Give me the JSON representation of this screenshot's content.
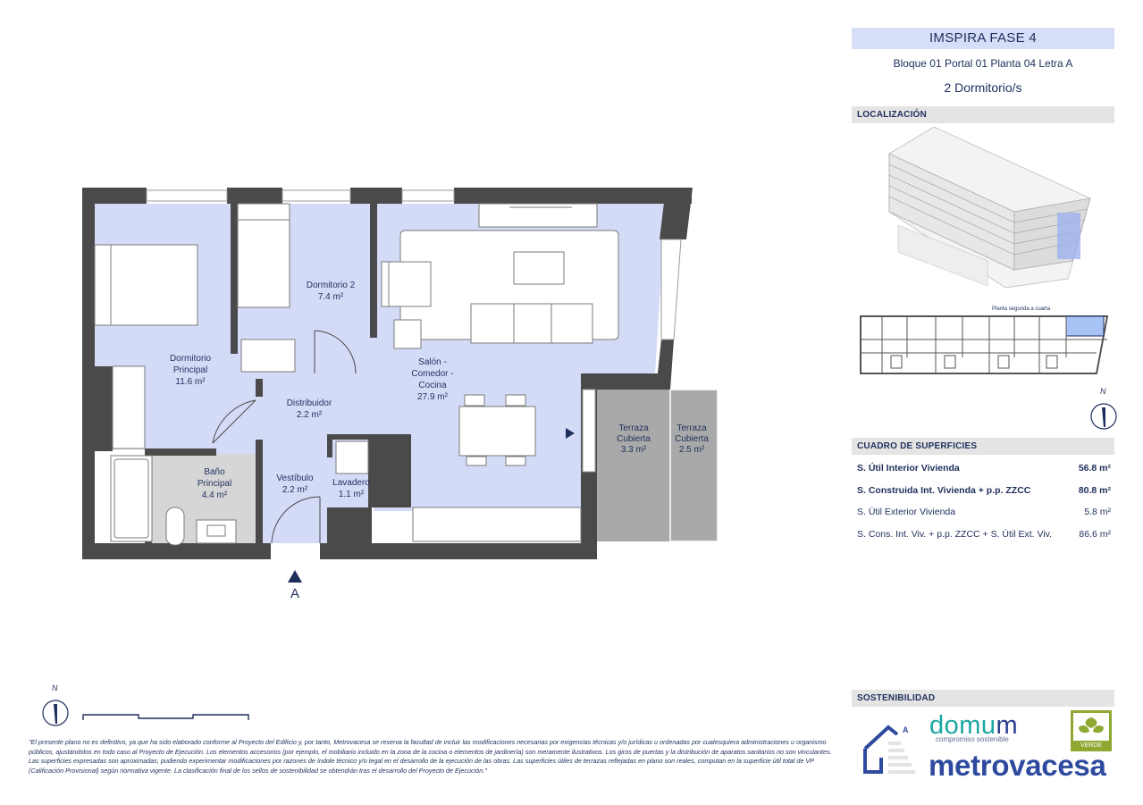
{
  "header": {
    "title": "IMSPIRA FASE 4",
    "subtitle": "Bloque 01 Portal 01 Planta 04 Letra A",
    "bedrooms": "2 Dormitorio/s"
  },
  "localizacion": {
    "section_title": "LOCALIZACIÓN",
    "level_caption": "Planta segunda a cuarta",
    "compass_n": "N"
  },
  "superficies": {
    "section_title": "CUADRO DE SUPERFICIES",
    "rows": [
      {
        "label": "S. Útil Interior Vivienda",
        "value": "56.8 m²"
      },
      {
        "label": "S. Construida Int. Vivienda + p.p. ZZCC",
        "value": "80.8 m²"
      },
      {
        "label": "S. Útil Exterior Vivienda",
        "value": "5.8 m²"
      },
      {
        "label": "S. Cons. Int. Viv. + p.p. ZZCC + S. Útil Ext. Viv.",
        "value": "86.6 m²"
      }
    ]
  },
  "plan": {
    "rooms": [
      {
        "name": "Dormitorio",
        "name2": "Principal",
        "area": "11.6 m²"
      },
      {
        "name": "Dormitorio 2",
        "area": "7.4 m²"
      },
      {
        "name": "Salón -",
        "name2": "Comedor -",
        "name3": "Cocina",
        "area": "27.9 m²"
      },
      {
        "name": "Distribuidor",
        "area": "2.2 m²"
      },
      {
        "name": "Baño",
        "name2": "Principal",
        "area": "4.4 m²"
      },
      {
        "name": "Vestíbulo",
        "area": "2.2 m²"
      },
      {
        "name": "Lavadero",
        "area": "1.1 m²"
      },
      {
        "name": "Terraza",
        "name2": "Cubierta",
        "area": "3.3 m²"
      },
      {
        "name": "Terraza",
        "name2": "Cubierta",
        "area": "2.5 m²"
      }
    ],
    "section_marker": "A",
    "compass_n": "N"
  },
  "sostenibilidad": {
    "section_title": "SOSTENIBILIDAD",
    "house_letter": "A",
    "domum_prefix": "domu",
    "domum_suffix": "m",
    "domum_tagline": "compromiso sostenible",
    "metrovacesa": "metrovacesa",
    "verde": "VERDE"
  },
  "footer": {
    "disclaimer": "\"El presente plano no es definitivo, ya que ha sido elaborado conforme al Proyecto del Edificio y, por tanto, Metrovacesa se reserva la facultad de incluir las modificaciones necesarias por exigencias técnicas y/o jurídicas u ordenadas por cualesquiera administraciones u organismo públicos, ajustándolos en todo caso al Proyecto de Ejecución. Los elementos accesorios (por ejemplo, el mobiliario incluido en la zona de la cocina o elementos de jardinería) son meramente ilustrativos. Los giros de puertas y la distribución de aparatos sanitarios no son vinculantes. Las superficies expresadas son aproximadas, pudiendo experimentar modificaciones por razones de índole técnico y/o legal en el desarrollo de la ejecución de las obras. Las superficies útiles de terrazas reflejadas en plano son reales, computan en la superficie útil total de VP (Calificación Provisional) según normativa vigente. La clasificación final de los sellos de sostenibilidad se obtendrán tras el desarrollo del Proyecto de Ejecución.\""
  },
  "colors": {
    "room_fill": "#d4dbf7",
    "bath_fill": "#d6d6d6",
    "terrace_fill": "#a9a9a9",
    "wall": "#4a4a4a",
    "text": "#1f2f5c",
    "title_bar": "#d7def8",
    "accent_teal": "#1aa7a0",
    "accent_blue": "#2e4a9e"
  }
}
